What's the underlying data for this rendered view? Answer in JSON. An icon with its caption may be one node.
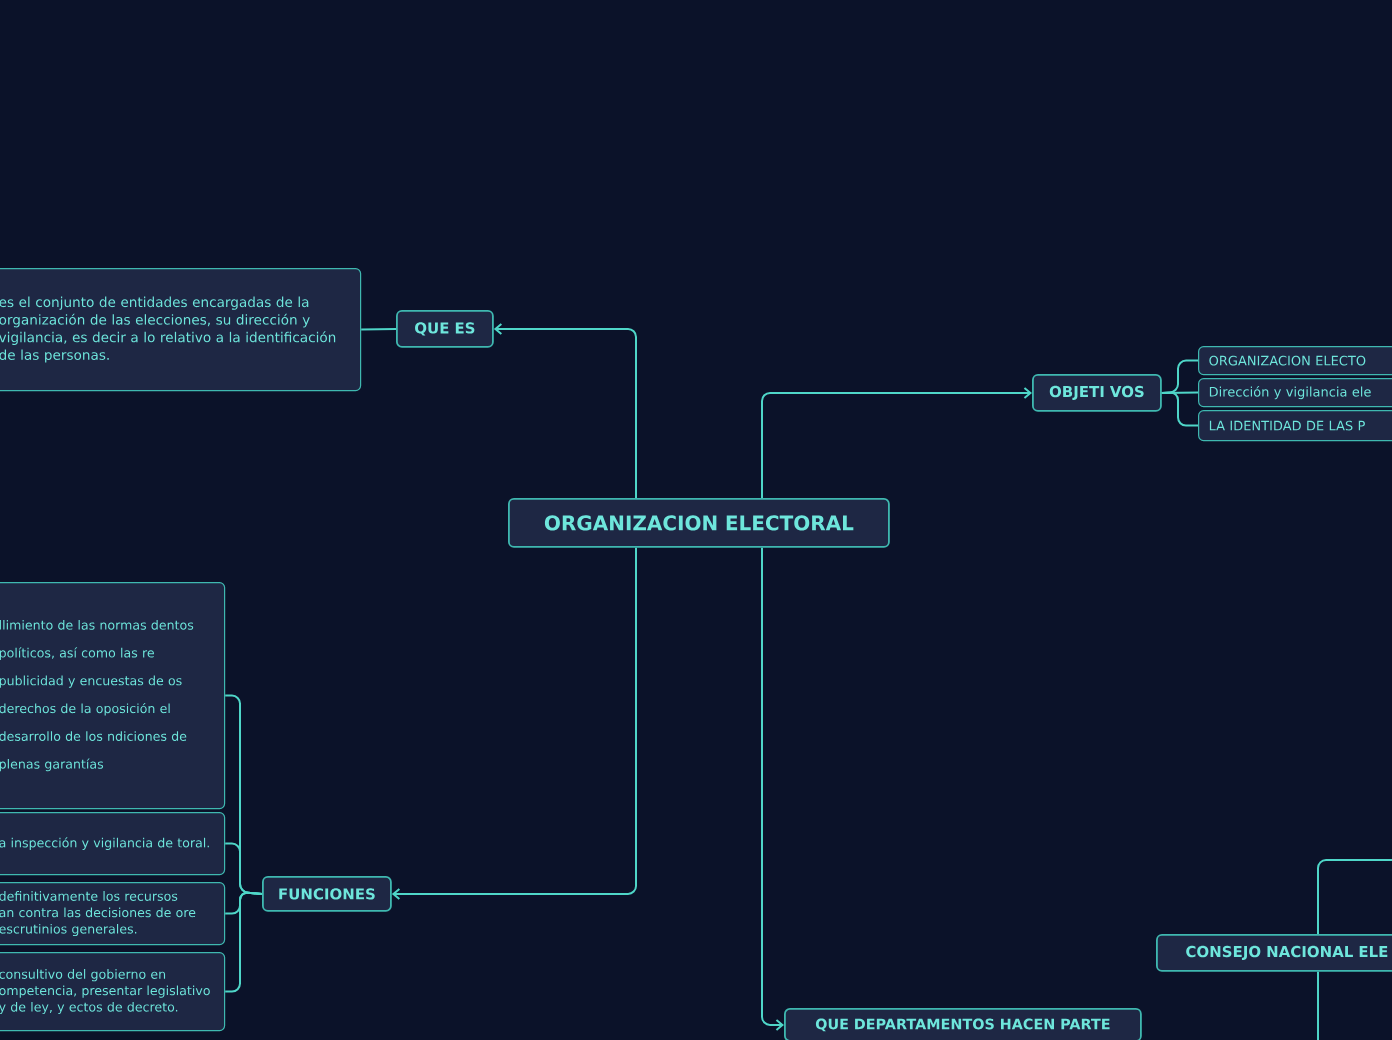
{
  "diagram": {
    "nodes": [
      {
        "text": [
          "ORGANIZACION ELECTORAL"
        ]
      },
      {
        "text": [
          "QUE ES"
        ]
      },
      {
        "text": [
          "es el conjunto de entidades encargadas de la organización de las elecciones, su dirección y vigilancia, es decir a lo relativo a la identificación de las personas."
        ]
      },
      {
        "text": [
          "OBJETI VOS"
        ]
      },
      {
        "text": [
          "ORGANIZACION ELECTO"
        ]
      },
      {
        "text": [
          "Dirección y vigilancia ele"
        ]
      },
      {
        "text": [
          "LA IDENTIDAD DE LAS P"
        ]
      },
      {
        "text": [
          "FUNCIONES"
        ]
      },
      {
        "text": [
          "llimiento de las normas dentos políticos, así como las re publicidad y encuestas de os derechos de la oposición el desarrollo de los ndiciones de plenas garantías"
        ]
      },
      {
        "text": [
          "a inspección y vigilancia de toral."
        ]
      },
      {
        "text": [
          "definitivamente los recursos an contra las decisiones de ore escrutinios generales."
        ]
      },
      {
        "text": [
          "consultivo del gobierno en ompetencia, presentar legislativo y de ley, y ectos de decreto."
        ]
      },
      {
        "text": [
          "QUE DEPARTAMENTOS HACEN PARTE"
        ]
      },
      {
        "text": [
          "CONSEJO NACIONAL ELE"
        ]
      }
    ],
    "edges": [
      {
        "from": 0,
        "to": 1,
        "arrow": "to"
      },
      {
        "from": 1,
        "to": 2,
        "arrow": "none"
      },
      {
        "from": 0,
        "to": 3,
        "arrow": "to"
      },
      {
        "from": 3,
        "to": 4,
        "arrow": "none"
      },
      {
        "from": 3,
        "to": 5,
        "arrow": "none"
      },
      {
        "from": 3,
        "to": 6,
        "arrow": "none"
      },
      {
        "from": 0,
        "to": 7,
        "arrow": "to"
      },
      {
        "from": 7,
        "to": 8,
        "arrow": "none"
      },
      {
        "from": 7,
        "to": 9,
        "arrow": "none"
      },
      {
        "from": 7,
        "to": 10,
        "arrow": "none"
      },
      {
        "from": 7,
        "to": 11,
        "arrow": "none"
      },
      {
        "from": 0,
        "to": 12,
        "arrow": "to"
      },
      {
        "from": 13,
        "to": null,
        "arrow": "none"
      },
      {
        "from": 13,
        "to": null,
        "arrow": "none"
      }
    ]
  }
}
